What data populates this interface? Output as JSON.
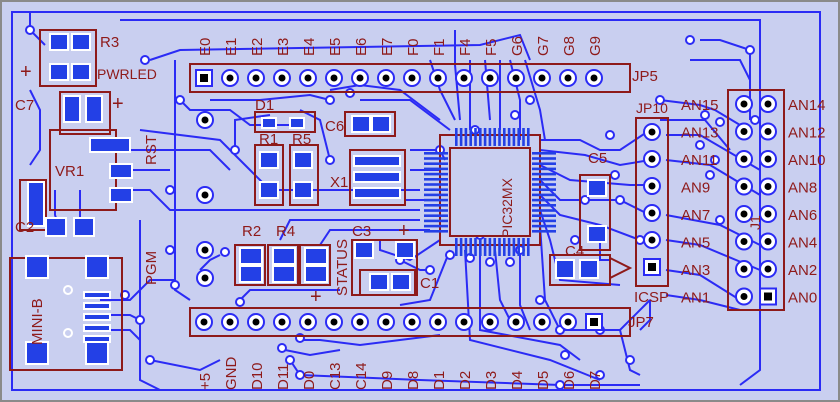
{
  "board": {
    "colors": {
      "background": "#c9cff0",
      "border": "#8a8a8a",
      "trace": "#2b2bf5",
      "silkscreen": "#8e1a1a",
      "pad": "#ffffff",
      "smd": "#2340e6"
    }
  },
  "top_header_labels": [
    "E0",
    "E1",
    "E2",
    "E3",
    "E4",
    "E5",
    "E6",
    "E7",
    "F0",
    "F1",
    "F4",
    "F5",
    "G6",
    "G7",
    "G8",
    "G9"
  ],
  "bottom_header_labels": [
    "+5",
    "GND",
    "D10",
    "D11",
    "D0",
    "C13",
    "C14",
    "D9",
    "D8",
    "D1",
    "D2",
    "D3",
    "D4",
    "D5",
    "D6",
    "D7"
  ],
  "analog_labels_left": [
    "AN15",
    "AN13",
    "AN11",
    "AN9",
    "AN7",
    "AN5",
    "AN3",
    "AN1"
  ],
  "analog_labels_right": [
    "AN14",
    "AN12",
    "AN10",
    "AN8",
    "AN6",
    "AN4",
    "AN2",
    "AN0"
  ],
  "component_labels": {
    "r3": "R3",
    "pwrled": "PWRLED",
    "plus1": "+",
    "c7": "C7",
    "plus2": "+",
    "d1": "D1",
    "vr1": "VR1",
    "c2": "C2",
    "mini_b": "MINI-B",
    "rst": "RST",
    "pgm": "PGM",
    "r1": "R1",
    "r5": "R5",
    "c6": "C6",
    "x1": "X1",
    "r2": "R2",
    "r4": "R4",
    "status": "STATUS",
    "c3": "C3",
    "c1": "C1",
    "plus3": "+",
    "plus4": "+",
    "mcu": "PIC32MX",
    "c5": "C5",
    "c4": "C4",
    "jp5": "JP5",
    "jp7": "JP7",
    "jp10": "JP10",
    "icsp": "ICSP",
    "j1": "J1"
  }
}
